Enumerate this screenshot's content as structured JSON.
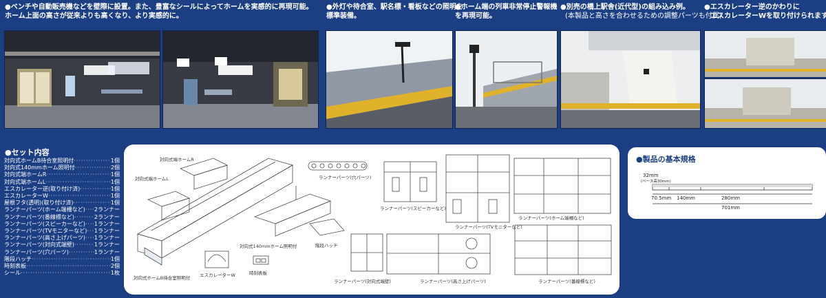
{
  "captions": {
    "c1": "●ベンチや自動販売機などを壁際に設置。また、豊富なシールによってホームを実感的に再現可能。",
    "c2": "ホーム上面の高さが従来よりも高くなり、より実感的に。",
    "c3a": "●外灯や待合室、駅名標・看板などの照明を",
    "c3b": "標準装備。",
    "c4a": "●ホーム端の列車非常停止警報機",
    "c4b": "を再現可能。",
    "c5a": "●別売の橋上駅舎(近代型)の組み込み例。",
    "c5b": "(本製品と高さを合わせるための調整パーツも付属)",
    "c6a": "●エスカレーター逆のかわりに",
    "c6b": "エスカレーターWを取り付けられます。"
  },
  "set": {
    "title": "●セット内容",
    "items": [
      {
        "name": "対向式ホームB待合室照明付",
        "qty": "1個"
      },
      {
        "name": "対向式140mmホーム照明付",
        "qty": "2個"
      },
      {
        "name": "対向式端ホームR",
        "qty": "1個"
      },
      {
        "name": "対向式端ホームL",
        "qty": "1個"
      },
      {
        "name": "エスカレーター逆(取り付け済)",
        "qty": "1個"
      },
      {
        "name": "エスカレーターW",
        "qty": "1個"
      },
      {
        "name": "屋根フタ(透明)(取り付け済)",
        "qty": "1個"
      },
      {
        "name": "ランナーパーツ(ホーム端柵など)",
        "qty": "2ランナー"
      },
      {
        "name": "ランナーパーツ(番線標など)",
        "qty": "2ランナー"
      },
      {
        "name": "ランナーパーツ(スピーカーなど)",
        "qty": "1ランナー"
      },
      {
        "name": "ランナーパーツ(TVモニターなど)",
        "qty": "1ランナー"
      },
      {
        "name": "ランナーパーツ(高さ上げパーツ)",
        "qty": "1ランナー"
      },
      {
        "name": "ランナーパーツ(対向式端壁)",
        "qty": "1ランナー"
      },
      {
        "name": "ランナーパーツ(穴パーツ)",
        "qty": "1ランナー"
      },
      {
        "name": "階段ハッチ",
        "qty": "1個"
      },
      {
        "name": "時刻表板",
        "qty": "2個"
      },
      {
        "name": "シール",
        "qty": "1枚"
      }
    ]
  },
  "parts": {
    "l_end_r": "対向式端ホームR",
    "l_end_l": "対向式端ホームL",
    "l_hole": "ランナーパーツ(穴パーツ)",
    "l_speaker": "ランナーパーツ(スピーカーなど)",
    "l_tv": "ランナーパーツ(TVモニターなど)",
    "l_fence": "ランナーパーツ(ホーム端柵など)",
    "l_140": "対向式140mmホーム照明付",
    "l_hatch": "階段ハッチ",
    "l_wait": "対向式ホームB待合室照明付",
    "l_escw": "エスカレーターW",
    "l_timetable": "時刻表板",
    "l_endwall": "ランナーパーツ(対向式端壁)",
    "l_height": "ランナーパーツ(高さ上げパーツ)",
    "l_number": "ランナーパーツ(番線標など)"
  },
  "spec": {
    "title": "●製品の基本規格",
    "d_height": "32mm",
    "d_base": "(ベース高30mm)",
    "d_a": "70.5mm",
    "d_b": "140mm",
    "d_c": "280mm",
    "d_total": "701mm"
  },
  "colors": {
    "bg": "#1c3f84",
    "panel": "#ffffff",
    "accent_yellow": "#e0b12a"
  }
}
